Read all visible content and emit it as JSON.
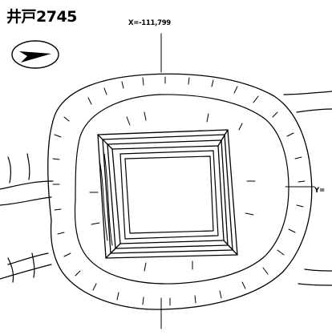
{
  "title": "井戸2745",
  "grid_labels": {
    "x": "X=-111,799",
    "y": "Y="
  },
  "north_arrow": {
    "icon": "north-arrow-icon"
  },
  "colors": {
    "line": "#000000",
    "background": "#ffffff"
  }
}
